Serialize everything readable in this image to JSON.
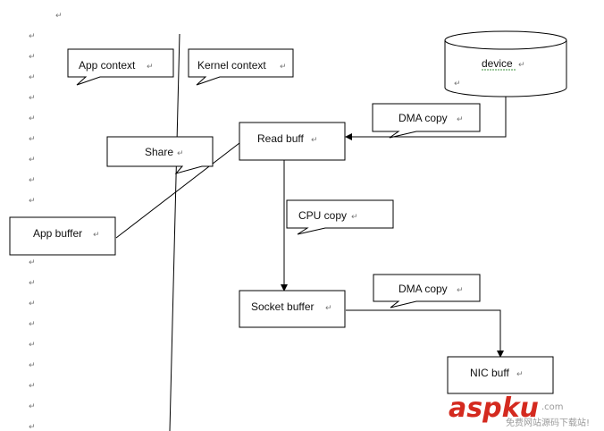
{
  "colors": {
    "stroke": "#000000",
    "text": "#111111",
    "para_mark": "#777777",
    "watermark_red": "#d42a1f",
    "watermark_gray": "#9a9a9a",
    "spell_underline": "#3a8f3a"
  },
  "para_mark": "↵",
  "labels": {
    "app_context": "App context",
    "kernel_context": "Kernel context",
    "device": "device",
    "dma_copy_top": "DMA copy",
    "read_buff": "Read buff",
    "share": "Share",
    "app_buffer": "App buffer",
    "cpu_copy": "CPU copy",
    "socket_buffer": "Socket buffer",
    "dma_copy_bottom": "DMA copy",
    "nic_buff": "NIC buff"
  },
  "watermark": {
    "main": "aspku",
    "suffix": ".com",
    "sub": "免费网站源码下载站!"
  }
}
